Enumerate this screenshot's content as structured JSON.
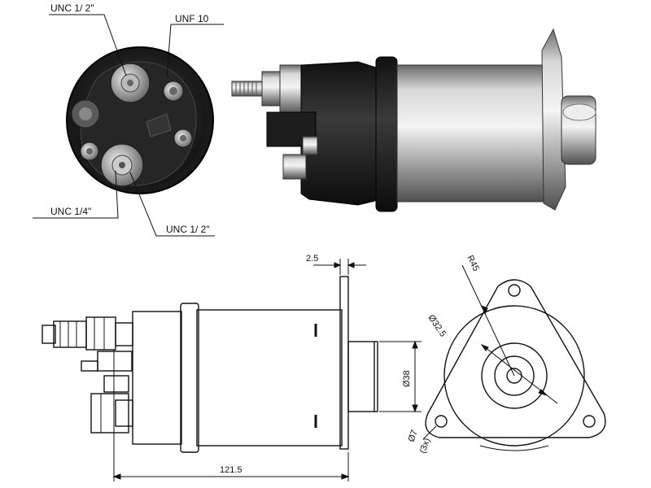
{
  "callouts": {
    "top_left": "UNC 1/ 2\"",
    "top_right": "UNF 10",
    "bottom_left": "UNC 1/4\"",
    "bottom_right": "UNC 1/ 2\""
  },
  "dimensions": {
    "flange_thickness": "2.5",
    "overall_length": "121.5",
    "plunger_diameter": "Ø38",
    "bore_diameter": "Ø32.5",
    "flange_radius": "R45",
    "hole_diameter": "Ø7",
    "hole_count": "(3x)"
  }
}
